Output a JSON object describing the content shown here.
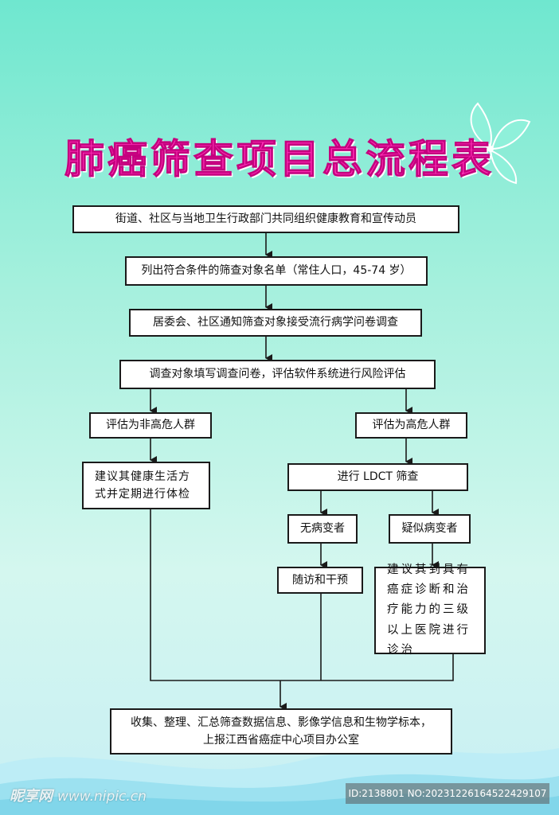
{
  "title": "肺癌筛查项目总流程表",
  "steps": {
    "step1": "街道、社区与当地卫生行政部门共同组织健康教育和宣传动员",
    "step2": "列出符合条件的筛查对象名单（常住人口，45-74 岁）",
    "step3": "居委会、社区通知筛查对象接受流行病学问卷调查",
    "step4": "调查对象填写调查问卷，评估软件系统进行风险评估",
    "low_risk": "评估为非高危人群",
    "high_risk": "评估为高危人群",
    "low_risk_advice": "建议其健康生活方式并定期进行体检",
    "ldct": "进行 LDCT 筛查",
    "no_lesion": "无病变者",
    "suspected_lesion": "疑似病变者",
    "follow_up": "随访和干预",
    "referral": "建议其到具有癌症诊断和治疗能力的三级以上医院进行诊治",
    "final_line1": "收集、整理、汇总筛查数据信息、影像学信息和生物学标本，",
    "final_line2": "上报江西省癌症中心项目办公室"
  },
  "watermark": {
    "brand": "昵享网",
    "url": "www.nipic.cn",
    "id_text": "ID:2138801 NO:20231226164522429107"
  },
  "colors": {
    "title": "#ff2fb6",
    "background_top": "#6fe7cf",
    "background_bottom": "#d4f7ef",
    "box_border": "#1a1a1a"
  },
  "icons": [
    "leaf-decoration-icon",
    "arrow-down-icon"
  ]
}
